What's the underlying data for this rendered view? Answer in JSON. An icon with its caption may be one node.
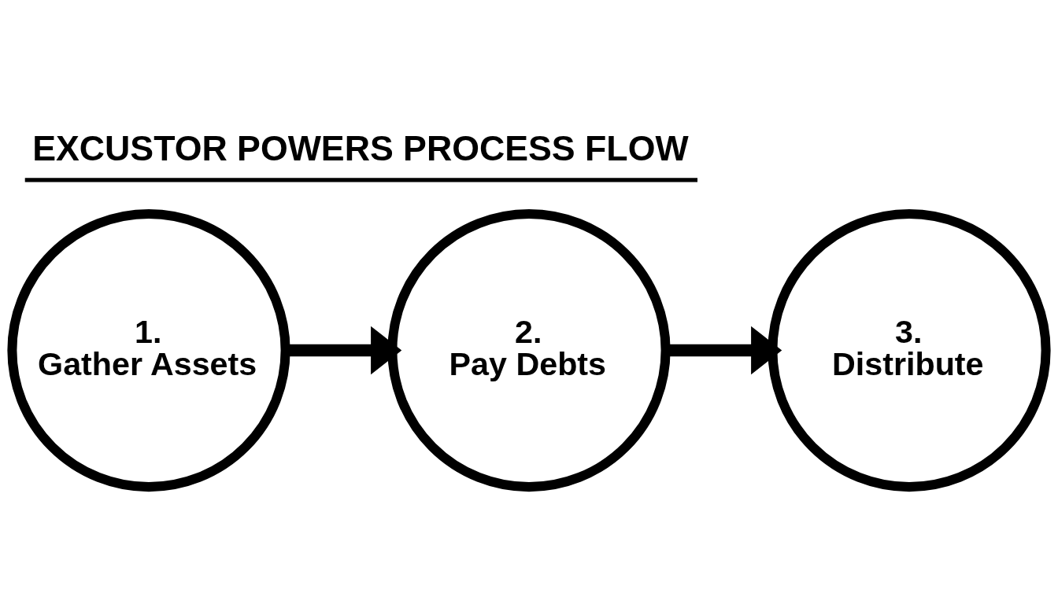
{
  "diagram": {
    "title": "EXCUSTOR POWERS PROCESS FLOW",
    "nodes": [
      {
        "text": [
          "1.",
          "Gather Assets"
        ]
      },
      {
        "text": [
          "2.",
          "Pay Debts"
        ]
      },
      {
        "text": [
          "3.",
          "Distribute"
        ]
      }
    ],
    "edges": [
      {
        "from": 0,
        "to": 1,
        "arrow": "to"
      },
      {
        "from": 1,
        "to": 2,
        "arrow": "to"
      }
    ]
  }
}
